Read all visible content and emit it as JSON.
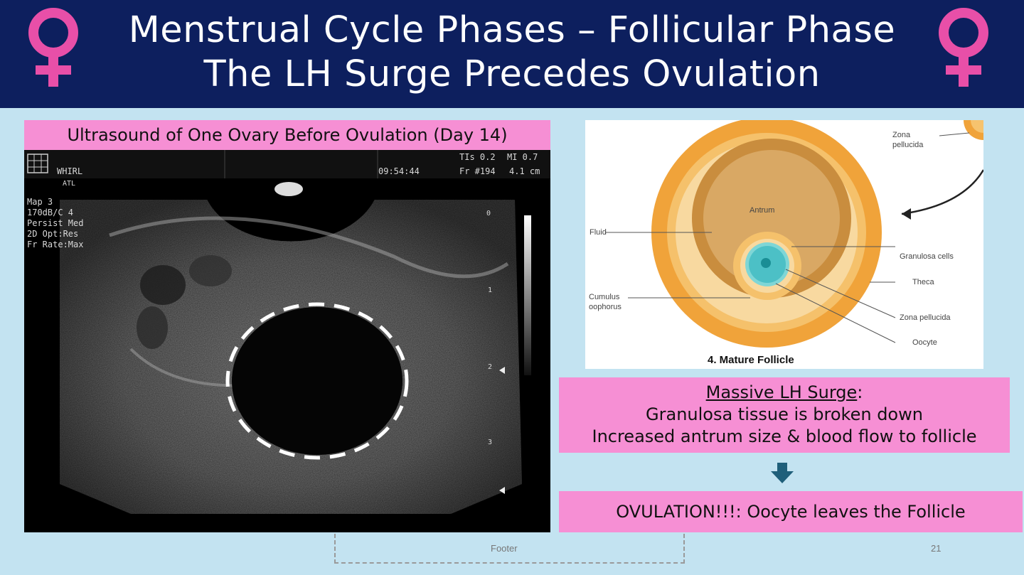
{
  "header": {
    "title_line1": "Menstrual Cycle Phases – Follicular Phase",
    "title_line2": "The LH Surge Precedes Ovulation",
    "icon": "venus-symbol-icon",
    "bg_color": "#0d1f5e",
    "icon_color": "#e84fa8"
  },
  "ultrasound": {
    "caption": "Ultrasound of One Ovary Before Ovulation (Day 14)",
    "topbar": {
      "mode": "WHIRL",
      "probe": "ATL",
      "time": "09:54:44",
      "tis": "TIs 0.2",
      "mi": "MI 0.7",
      "frame": "Fr #194",
      "depth": "4.1 cm"
    },
    "settings": [
      "Map 3",
      "170dB/C 4",
      "Persist Med",
      "2D Opt:Res",
      "Fr Rate:Max"
    ],
    "scale_ticks": [
      "0",
      "1",
      "2",
      "3"
    ]
  },
  "diagram": {
    "title": "4. Mature Follicle",
    "labels": {
      "zona_top": "Zona\npellucida",
      "antrum": "Antrum",
      "fluid": "Fluid",
      "granulosa": "Granulosa cells",
      "theca": "Theca",
      "cumulus": "Cumulus\noophorus",
      "zona": "Zona pellucida",
      "oocyte": "Oocyte"
    }
  },
  "lh_box": {
    "heading": "Massive LH Surge",
    "heading_suffix": ":",
    "line1": "Granulosa tissue is broken down",
    "line2": "Increased antrum size & blood flow to follicle"
  },
  "arrow_icon": "arrow-down-icon",
  "ovulation_box": {
    "text": "OVULATION!!!: Oocyte leaves the Follicle"
  },
  "footer": {
    "text": "Footer",
    "page_number": "21"
  }
}
